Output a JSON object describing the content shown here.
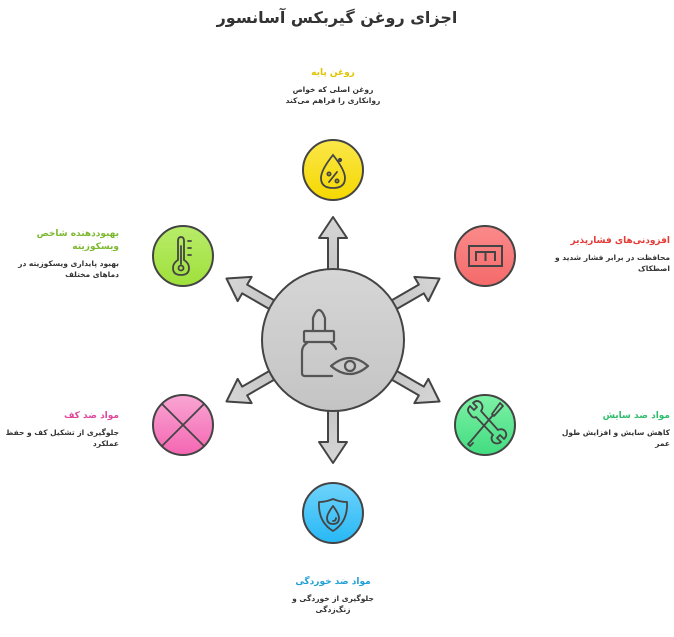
{
  "title": "اجزای روغن گیربکس آسانسور",
  "center": {
    "icon": "eye-dropper-bottle-icon",
    "color": "#cccccc"
  },
  "components": [
    {
      "id": "base-oil",
      "heading": "روغن پایه",
      "description_line1": "روغن اصلی که خواص",
      "description_line2": "روانکاری را فراهم می‌کند",
      "color": "#f5d800",
      "heading_color": "#e0c400",
      "icon": "oil-drop-percent-icon",
      "position": "top"
    },
    {
      "id": "ep-additives",
      "heading": "افزودنی‌های فشارپذیر",
      "description_line1": "محافظت در برابر فشار شدید و",
      "description_line2": "اصطکاک",
      "color": "#f87171",
      "heading_color": "#e53935",
      "icon": "pressure-gauge-icon",
      "position": "top-right"
    },
    {
      "id": "anti-wear",
      "heading": "مواد ضد سایش",
      "description_line1": "کاهش سایش و افزایش طول",
      "description_line2": "عمر",
      "color": "#4ade80",
      "heading_color": "#2ebd6b",
      "icon": "tools-icon",
      "position": "bottom-right"
    },
    {
      "id": "anti-corrosion",
      "heading": "مواد ضد خوردگی",
      "description_line1": "جلوگیری از خوردگی و",
      "description_line2": "زنگ‌زدگی",
      "color": "#38bdf8",
      "heading_color": "#1e9fd6",
      "icon": "shield-drop-icon",
      "position": "bottom"
    },
    {
      "id": "anti-foam",
      "heading": "مواد ضد کف",
      "description_line1": "جلوگیری از تشکیل کف و حفظ",
      "description_line2": "عملکرد",
      "color": "#f472b6",
      "heading_color": "#e0479a",
      "icon": "cross-icon",
      "position": "bottom-left"
    },
    {
      "id": "viscosity-improver",
      "heading_line1": "بهبوددهنده شاخص",
      "heading_line2": "ویسکوزیته",
      "description_line1": "بهبود پایداری ویسکوزیته در",
      "description_line2": "دماهای مختلف",
      "color": "#a3e635",
      "heading_color": "#7cb82f",
      "icon": "thermometer-icon",
      "position": "top-left"
    }
  ]
}
